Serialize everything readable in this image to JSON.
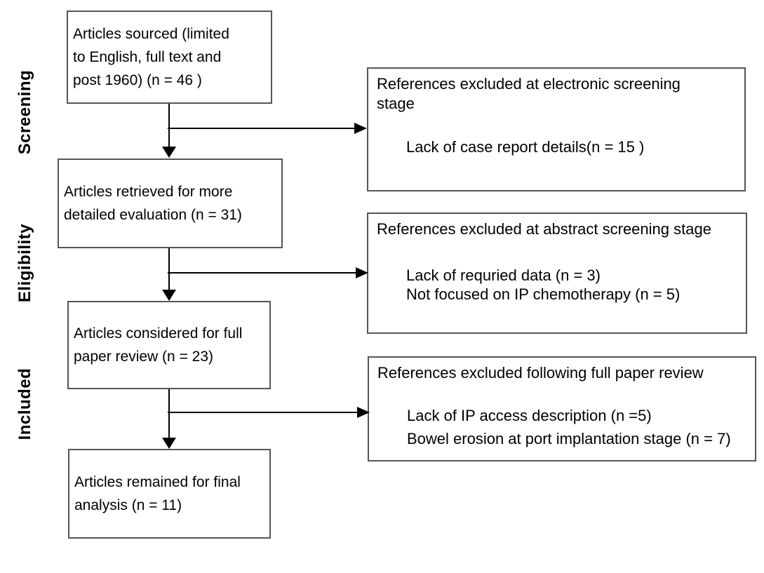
{
  "diagram": {
    "type": "prisma_flowchart",
    "colors": {
      "background": "#ffffff",
      "box_border": "#555555",
      "arrow": "#000000",
      "text": "#000000"
    },
    "stage_labels": [
      {
        "label": "Screening"
      },
      {
        "label": "Eligibility"
      },
      {
        "label": "Included"
      }
    ],
    "flow_boxes": [
      {
        "name": "articles-sourced",
        "lines": [
          "Articles sourced (limited",
          "to English, full text and",
          "post 1960) (n = 46 )"
        ],
        "n": 46
      },
      {
        "name": "articles-retrieved",
        "lines": [
          "Articles retrieved for more",
          "detailed evaluation (n = 31)"
        ],
        "n": 31
      },
      {
        "name": "articles-considered",
        "lines": [
          "Articles considered for full",
          "paper review (n = 23)"
        ],
        "n": 23
      },
      {
        "name": "articles-final",
        "lines": [
          "Articles remained for final",
          "analysis (n = 11)"
        ],
        "n": 11
      }
    ],
    "exclusion_boxes": [
      {
        "name": "excluded-electronic-screening",
        "title": "References excluded at electronic screening stage",
        "items": [
          "Lack of case report details(n = 15 )"
        ]
      },
      {
        "name": "excluded-abstract-screening",
        "title": "References excluded at abstract screening stage",
        "items": [
          "Lack of requried data (n = 3)",
          "Not focused on IP chemotherapy (n = 5)"
        ]
      },
      {
        "name": "excluded-full-paper-review",
        "title": "References excluded following full paper review",
        "items": [
          "Lack of IP access description (n =5)",
          "Bowel erosion at port implantation stage (n = 7)"
        ]
      }
    ]
  }
}
